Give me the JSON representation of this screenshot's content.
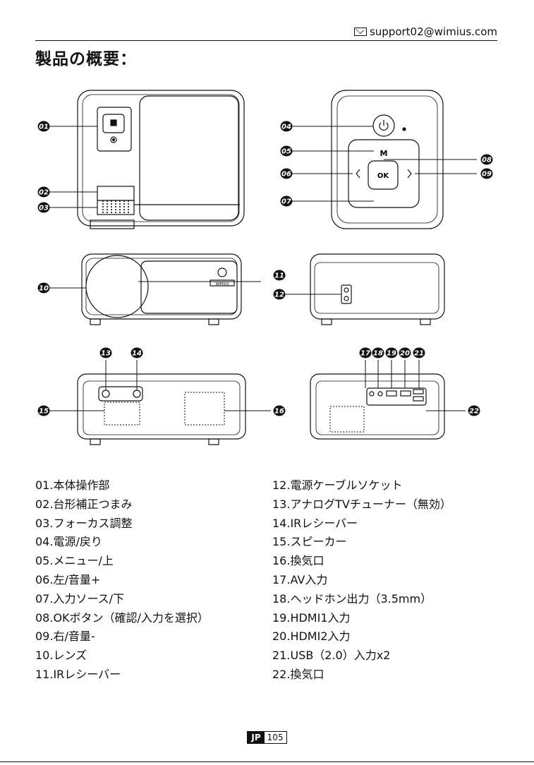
{
  "header": {
    "email": "support02@wimius.com",
    "title": "製品の概要："
  },
  "callouts": [
    "01",
    "02",
    "03",
    "04",
    "05",
    "06",
    "07",
    "08",
    "09",
    "10",
    "11",
    "12",
    "13",
    "14",
    "15",
    "16",
    "17",
    "18",
    "19",
    "20",
    "21",
    "22"
  ],
  "device": {
    "m_label": "M",
    "ok_label": "OK",
    "lens_label": "WIMIUS"
  },
  "parts_left": [
    "01.本体操作部",
    "02.台形補正つまみ",
    "03.フォーカス調整",
    "04.電源/戻り",
    "05.メニュー/上",
    "06.左/音量+",
    "07.入力ソース/下",
    "08.OKボタン（確認/入力を選択）",
    "09.右/音量-",
    "10.レンズ",
    "11.IRレシーバー"
  ],
  "parts_right": [
    "12.電源ケーブルソケット",
    "13.アナログTVチューナー（無効）",
    "14.IRレシーバー",
    "15.スピーカー",
    "16.換気口",
    "17.AV入力",
    "18.ヘッドホン出力（3.5mm）",
    "19.HDMI1入力",
    "20.HDMI2入力",
    "21.USB（2.0）入力x2",
    "22.換気口"
  ],
  "footer": {
    "lang": "JP",
    "page": "105"
  },
  "colors": {
    "ink": "#111111",
    "paper": "#ffffff",
    "grey": "#555555"
  }
}
